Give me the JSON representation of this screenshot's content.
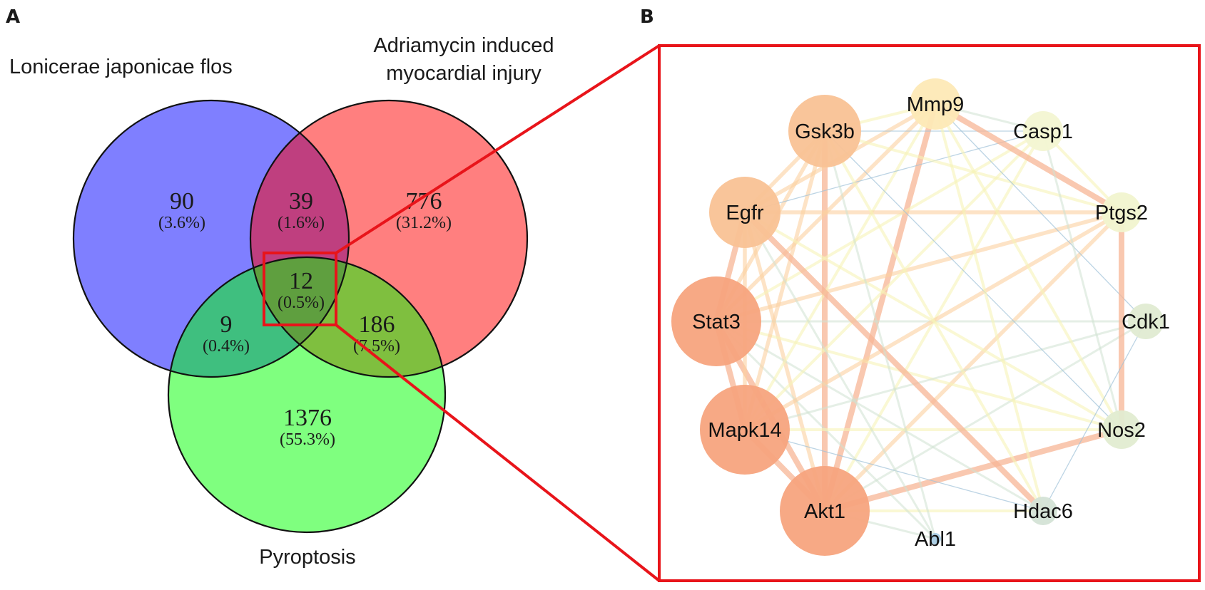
{
  "panels": {
    "a_label": "A",
    "b_label": "B"
  },
  "venn": {
    "sets": [
      {
        "key": "ljf",
        "label_lines": [
          "Lonicerae japonicae flos"
        ],
        "color": "#0000ff"
      },
      {
        "key": "ami",
        "label_lines": [
          "Adriamycin induced",
          "myocardial injury"
        ],
        "color": "#ff0000"
      },
      {
        "key": "pyr",
        "label_lines": [
          "Pyroptosis"
        ],
        "color": "#00ff00"
      }
    ],
    "regions": [
      {
        "sets": [
          "ljf"
        ],
        "count": "90",
        "percent": "(3.6%)"
      },
      {
        "sets": [
          "ljf",
          "ami"
        ],
        "count": "39",
        "percent": "(1.6%)"
      },
      {
        "sets": [
          "ami"
        ],
        "count": "776",
        "percent": "(31.2%)"
      },
      {
        "sets": [
          "ljf",
          "ami",
          "pyr"
        ],
        "count": "12",
        "percent": "(0.5%)"
      },
      {
        "sets": [
          "ljf",
          "pyr"
        ],
        "count": "9",
        "percent": "(0.4%)"
      },
      {
        "sets": [
          "ami",
          "pyr"
        ],
        "count": "186",
        "percent": "(7.5%)"
      },
      {
        "sets": [
          "pyr"
        ],
        "count": "1376",
        "percent": "(55.3%)"
      }
    ],
    "highlight_color": "#e8141a"
  },
  "network": {
    "nodes": [
      {
        "id": "Mmp9",
        "color": "#fde9b6",
        "degree_rank": 6
      },
      {
        "id": "Casp1",
        "color": "#f3f5d2",
        "degree_rank": 8
      },
      {
        "id": "Ptgs2",
        "color": "#f1f4cf",
        "degree_rank": 7
      },
      {
        "id": "Cdk1",
        "color": "#e0ebd2",
        "degree_rank": 9
      },
      {
        "id": "Nos2",
        "color": "#e2ecd1",
        "degree_rank": 9
      },
      {
        "id": "Hdac6",
        "color": "#d4e3d6",
        "degree_rank": 10
      },
      {
        "id": "Abl1",
        "color": "#a8cce4",
        "degree_rank": 12
      },
      {
        "id": "Akt1",
        "color": "#f7a47e",
        "degree_rank": 1
      },
      {
        "id": "Mapk14",
        "color": "#f7a47e",
        "degree_rank": 2
      },
      {
        "id": "Stat3",
        "color": "#f7a47e",
        "degree_rank": 3
      },
      {
        "id": "Egfr",
        "color": "#f9c295",
        "degree_rank": 4
      },
      {
        "id": "Gsk3b",
        "color": "#f9c295",
        "degree_rank": 5
      }
    ],
    "edges": [
      [
        "Akt1",
        "Mapk14",
        "strong"
      ],
      [
        "Akt1",
        "Stat3",
        "strong"
      ],
      [
        "Akt1",
        "Gsk3b",
        "strong"
      ],
      [
        "Akt1",
        "Mmp9",
        "strong"
      ],
      [
        "Akt1",
        "Nos2",
        "strong"
      ],
      [
        "Akt1",
        "Egfr",
        "medium"
      ],
      [
        "Akt1",
        "Ptgs2",
        "medium"
      ],
      [
        "Akt1",
        "Hdac6",
        "weak"
      ],
      [
        "Akt1",
        "Abl1",
        "faint"
      ],
      [
        "Akt1",
        "Casp1",
        "weak"
      ],
      [
        "Akt1",
        "Cdk1",
        "faint"
      ],
      [
        "Stat3",
        "Egfr",
        "strong"
      ],
      [
        "Stat3",
        "Mapk14",
        "strong"
      ],
      [
        "Stat3",
        "Gsk3b",
        "medium"
      ],
      [
        "Stat3",
        "Mmp9",
        "medium"
      ],
      [
        "Stat3",
        "Ptgs2",
        "medium"
      ],
      [
        "Stat3",
        "Cdk1",
        "faint"
      ],
      [
        "Stat3",
        "Nos2",
        "weak"
      ],
      [
        "Stat3",
        "Casp1",
        "weak"
      ],
      [
        "Stat3",
        "Hdac6",
        "faint"
      ],
      [
        "Stat3",
        "Abl1",
        "faint"
      ],
      [
        "Mapk14",
        "Egfr",
        "medium"
      ],
      [
        "Mapk14",
        "Gsk3b",
        "medium"
      ],
      [
        "Mapk14",
        "Mmp9",
        "weak"
      ],
      [
        "Mapk14",
        "Ptgs2",
        "medium"
      ],
      [
        "Mapk14",
        "Nos2",
        "weak"
      ],
      [
        "Mapk14",
        "Hdac6",
        "thin"
      ],
      [
        "Mapk14",
        "Cdk1",
        "faint"
      ],
      [
        "Mapk14",
        "Casp1",
        "weak"
      ],
      [
        "Egfr",
        "Gsk3b",
        "medium"
      ],
      [
        "Egfr",
        "Mmp9",
        "medium"
      ],
      [
        "Egfr",
        "Ptgs2",
        "medium"
      ],
      [
        "Egfr",
        "Hdac6",
        "strong"
      ],
      [
        "Egfr",
        "Casp1",
        "thin"
      ],
      [
        "Egfr",
        "Abl1",
        "faint"
      ],
      [
        "Egfr",
        "Nos2",
        "weak"
      ],
      [
        "Gsk3b",
        "Mmp9",
        "weak"
      ],
      [
        "Gsk3b",
        "Casp1",
        "thin"
      ],
      [
        "Gsk3b",
        "Hdac6",
        "weak"
      ],
      [
        "Gsk3b",
        "Nos2",
        "thin"
      ],
      [
        "Gsk3b",
        "Ptgs2",
        "weak"
      ],
      [
        "Gsk3b",
        "Abl1",
        "faint"
      ],
      [
        "Mmp9",
        "Ptgs2",
        "strong"
      ],
      [
        "Mmp9",
        "Casp1",
        "faint"
      ],
      [
        "Mmp9",
        "Nos2",
        "weak"
      ],
      [
        "Mmp9",
        "Cdk1",
        "thin"
      ],
      [
        "Mmp9",
        "Hdac6",
        "weak"
      ],
      [
        "Ptgs2",
        "Nos2",
        "strong"
      ],
      [
        "Ptgs2",
        "Casp1",
        "weak"
      ],
      [
        "Casp1",
        "Nos2",
        "faint"
      ],
      [
        "Cdk1",
        "Hdac6",
        "thin"
      ]
    ]
  }
}
